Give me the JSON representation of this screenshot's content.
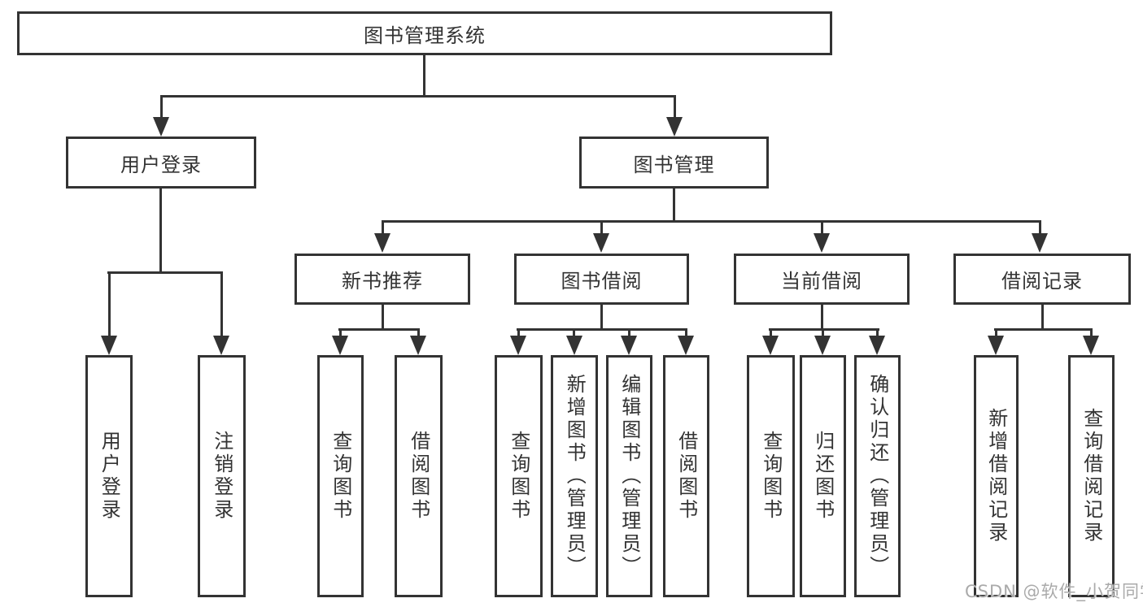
{
  "diagram": {
    "root": {
      "label": "图书管理系统"
    },
    "level2": [
      {
        "label": "用户登录"
      },
      {
        "label": "图书管理"
      }
    ],
    "level3": [
      {
        "label": "新书推荐"
      },
      {
        "label": "图书借阅"
      },
      {
        "label": "当前借阅"
      },
      {
        "label": "借阅记录"
      }
    ],
    "leaves": {
      "login": [
        {
          "label": "用户登录"
        },
        {
          "label": "注销登录"
        }
      ],
      "recommend": [
        {
          "label": "查询图书"
        },
        {
          "label": "借阅图书"
        }
      ],
      "borrow": [
        {
          "label": "查询图书"
        },
        {
          "label": "新增图书（管理员）"
        },
        {
          "label": "编辑图书（管理员）"
        },
        {
          "label": "借阅图书"
        }
      ],
      "current": [
        {
          "label": "查询图书"
        },
        {
          "label": "归还图书"
        },
        {
          "label": "确认归还（管理员）"
        }
      ],
      "records": [
        {
          "label": "新增借阅记录"
        },
        {
          "label": "查询借阅记录"
        }
      ]
    }
  },
  "watermark": {
    "text": "CSDN @软件_小贺同学"
  },
  "colors": {
    "line": "#333333",
    "text": "#333333",
    "background": "#ffffff",
    "watermark": "#aaaaaa"
  }
}
